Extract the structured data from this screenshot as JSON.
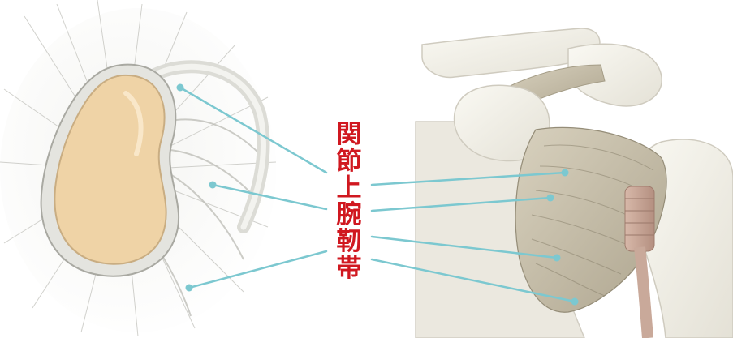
{
  "label": {
    "text": "関節上腕靭帯",
    "characters": [
      "関",
      "節",
      "上",
      "腕",
      "靭",
      "帯"
    ],
    "color": "#d01820"
  },
  "palette": {
    "leader_line": "#7cc8d0",
    "cartilage": "#efd3a6",
    "bone": "#f4f2ea",
    "ligament": "#c8c0ac",
    "tendon": "#c9a99a"
  }
}
